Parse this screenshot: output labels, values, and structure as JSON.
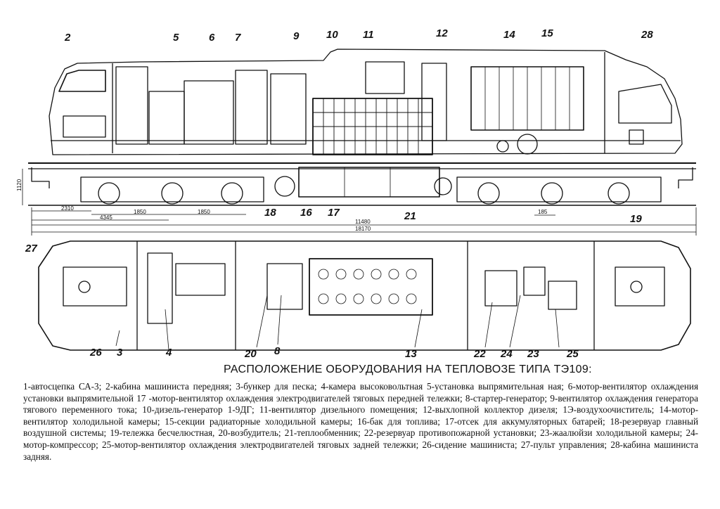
{
  "caption": "РАСПОЛОЖЕНИЕ ОБОРУДОВАНИЯ НА ТЕПЛОВОЗЕ ТИПА ТЭ109:",
  "legend": [
    "1-автосцепка СА-3;",
    "2-кабина машиниста передняя;",
    "3-бункер для песка;",
    "4-камера высоковольтная",
    "5-установка выпрямительная ная;",
    "6-мотор-вентилятор охлаждения установки выпрямительной",
    "17 -мотор-вентилятор охлаждения электродвигателей тяговых передней тележки;",
    "8-стартер-генератор;",
    "9-вентилятор охлаждения генератора тягового переменного тока;",
    "10-дизель-генератор 1-9ДГ;",
    "11-вентилятор дизельного помещения;",
    "12-выхлопной коллектор дизеля;",
    "1Э-воздухоочиститель;",
    "14-мотор-вентилятор холодильной камеры;",
    "15-секции радиаторные холодильной камеры;",
    "16-бак для топлива;",
    "17-отсек для аккумуляторных батарей;",
    "18-резервуар главный воздушной системы;",
    "19-тележка бесчелюстная,",
    "20-возбудитель;",
    "21-теплообменник;",
    "22-резервуар противопожарной установки;",
    "23-жаалюйзи холодильной камеры;",
    "24-мотор-компрессор;",
    "25-мотор-вентилятор охлаждения электродвигателей тяговых задней тележки;",
    "26-сидение машиниста;",
    "27-пульт управления;",
    "28-кабина машиниста задняя."
  ],
  "side_view_callouts": {
    "n2": "2",
    "n5": "5",
    "n6": "6",
    "n7": "7",
    "n9": "9",
    "n10": "10",
    "n11": "11",
    "n12": "12",
    "n14": "14",
    "n15": "15",
    "n28": "28",
    "n18": "18",
    "n16": "16",
    "n17": "17",
    "n21": "21",
    "n19": "19"
  },
  "plan_view_callouts": {
    "n27": "27",
    "n26": "26",
    "n3": "3",
    "n4": "4",
    "n20": "20",
    "n8": "8",
    "n13": "13",
    "n22": "22",
    "n24": "24",
    "n23": "23",
    "n25": "25"
  },
  "dimensions": {
    "d2310": "2310",
    "d1850a": "1850",
    "d1850b": "1850",
    "d4345": "4345",
    "d11480": "11480",
    "d18170": "18170",
    "d185": "185",
    "d1120": "1120"
  }
}
